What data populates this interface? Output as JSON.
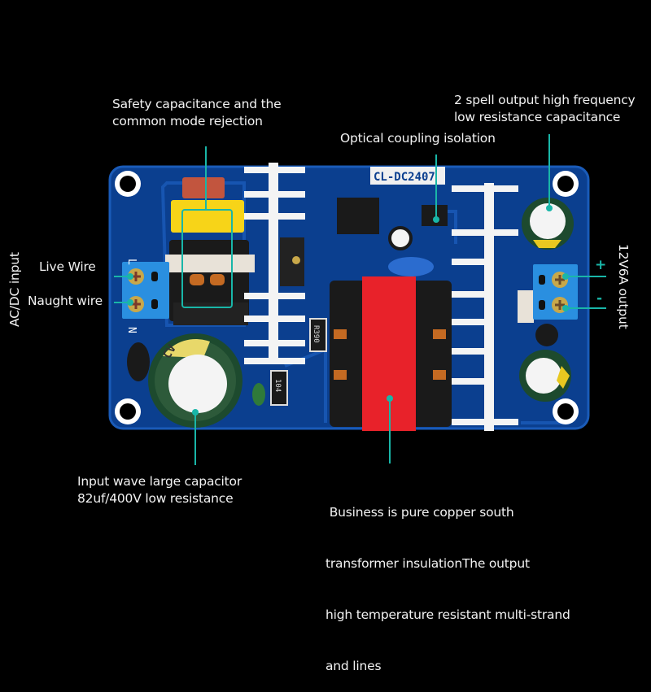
{
  "board": {
    "silkscreen_model": "CL-DC2407",
    "terminal_left_top": "L",
    "terminal_left_bottom": "N",
    "resistor_code": "R390",
    "smd_code": "104",
    "capacitor_mark": "CV"
  },
  "annotations": {
    "safety_cap": {
      "line1": "Safety capacitance and the",
      "line2": "common mode rejection"
    },
    "output_cap": {
      "line1": "2 spell output high frequency",
      "line2": "low resistance capacitance"
    },
    "optocoupler": {
      "line1": "Optical coupling isolation"
    },
    "input_label": "AC/DC input",
    "live_wire": "Live Wire",
    "neutral_wire": "Naught wire",
    "output_label": "12V6A output",
    "plus_sign": "+",
    "minus_sign": "-",
    "input_cap": {
      "line1": "Input wave large capacitor",
      "line2": "82uf/400V low resistance"
    },
    "transformer": {
      "line1": " Business is pure copper south",
      "line2": "transformer insulationThe output",
      "line3": "high temperature resistant multi-strand",
      "line4": "and lines"
    }
  },
  "colors": {
    "background": "#000000",
    "pcb": "#0b3f8f",
    "leader": "#19b6a8",
    "text": "#f2f2f2",
    "transformer": "#e8222a",
    "terminal": "#2a8fe0",
    "heatsink": "#f4f4f4",
    "safety_cap": "#f7d418"
  }
}
